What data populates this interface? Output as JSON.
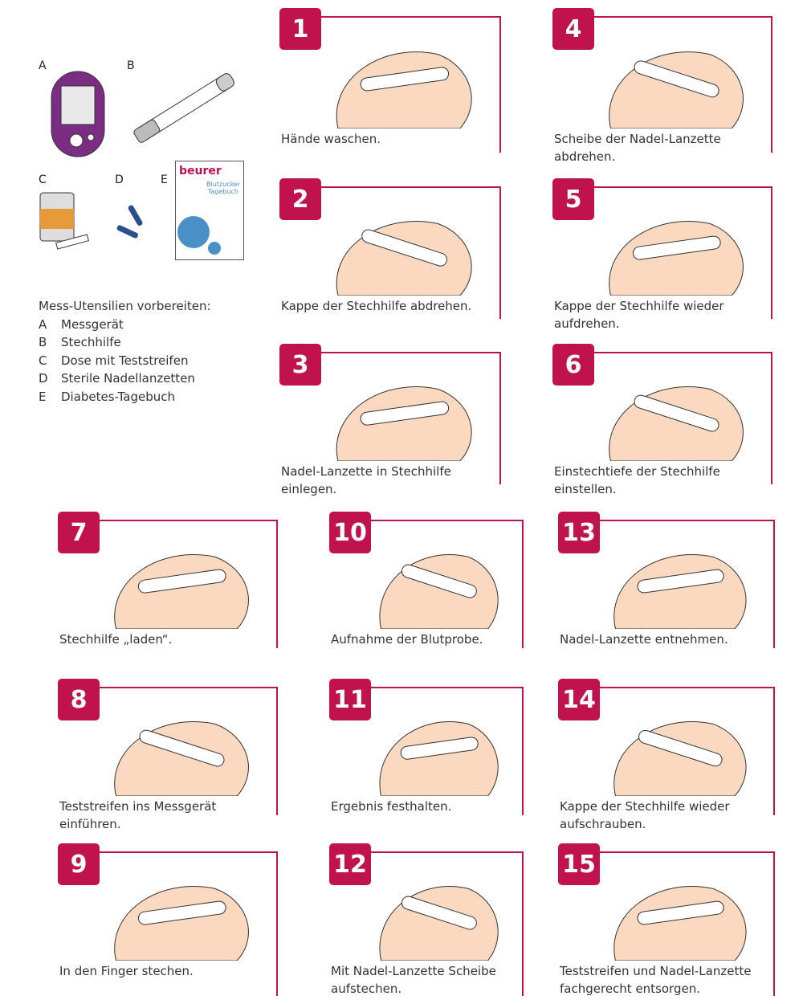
{
  "accent_color": "#c0134e",
  "utensils": {
    "heading": "Mess-Utensilien vorbereiten:",
    "items": [
      {
        "letter": "A",
        "label": "Messgerät"
      },
      {
        "letter": "B",
        "label": "Stechhilfe"
      },
      {
        "letter": "C",
        "label": "Dose mit Teststreifen"
      },
      {
        "letter": "D",
        "label": "Sterile Nadellanzetten"
      },
      {
        "letter": "E",
        "label": "Diabetes-Tagebuch"
      }
    ],
    "book_brand": "beurer",
    "book_title": "Blutzucker Tagebuch"
  },
  "steps": [
    {
      "number": "1",
      "caption": "Hände waschen."
    },
    {
      "number": "2",
      "caption": "Kappe der Stechhilfe abdrehen."
    },
    {
      "number": "3",
      "caption": "Nadel-Lanzette in Stechhilfe einlegen."
    },
    {
      "number": "4",
      "caption": "Scheibe der Nadel-Lanzette abdrehen."
    },
    {
      "number": "5",
      "caption": "Kappe der Stechhilfe wieder aufdrehen."
    },
    {
      "number": "6",
      "caption": "Einstechtiefe der Stechhilfe einstellen."
    },
    {
      "number": "7",
      "caption": "Stechhilfe „laden“."
    },
    {
      "number": "8",
      "caption": "Teststreifen ins Messgerät einführen."
    },
    {
      "number": "9",
      "caption": "In den Finger stechen."
    },
    {
      "number": "10",
      "caption": "Aufnahme der Blutprobe."
    },
    {
      "number": "11",
      "caption": "Ergebnis festhalten."
    },
    {
      "number": "12",
      "caption": "Mit Nadel-Lanzette Scheibe aufstechen."
    },
    {
      "number": "13",
      "caption": "Nadel-Lanzette entnehmen."
    },
    {
      "number": "14",
      "caption": "Kappe der Stechhilfe wieder aufschrauben."
    },
    {
      "number": "15",
      "caption": "Teststreifen und Nadel-Lanzette fachgerecht entsorgen."
    }
  ]
}
